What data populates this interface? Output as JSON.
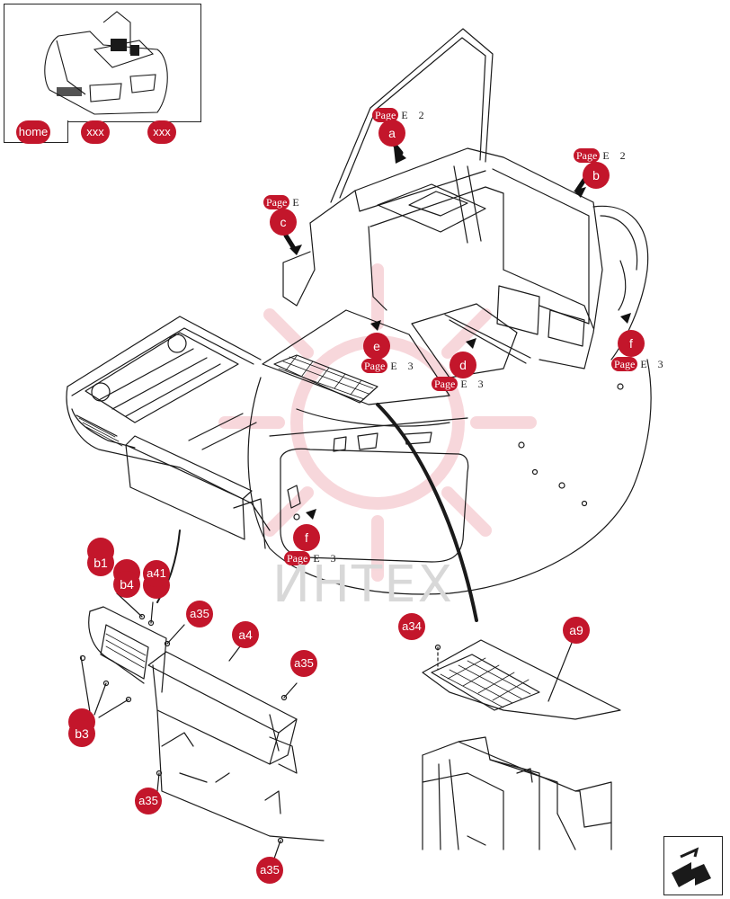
{
  "nav": {
    "home_label": "home",
    "tab2_label": "xxx",
    "tab3_label": "xxx"
  },
  "watermark_text": "ИНТЕХ",
  "brand_color": "#c3162b",
  "callouts": {
    "a": "a",
    "b": "b",
    "c": "c",
    "d": "d",
    "e": "e",
    "f1": "f",
    "f2": "f",
    "a4": "a4",
    "a9": "a9",
    "a34": "a34",
    "a35_1": "a35",
    "a35_2": "a35",
    "a35_3": "a35",
    "a35_4": "a35",
    "a41": "a41",
    "b1": "b1",
    "b3": "b3",
    "b4": "b4"
  },
  "page_refs": {
    "a": {
      "badge": "Page",
      "text": " E    2"
    },
    "b": {
      "badge": "Page",
      "text": " E    2"
    },
    "c": {
      "badge": "Page",
      "text": " E"
    },
    "e": {
      "badge": "Page",
      "text": " E    3"
    },
    "d": {
      "badge": "Page",
      "text": " E    3"
    },
    "f1": {
      "badge": "Page",
      "text": " E    3"
    },
    "f2": {
      "badge": "Page",
      "text": " E    3"
    }
  },
  "icons": {
    "return": "return-arrow-icon",
    "thumbnail": "excavator-thumbnail-icon"
  }
}
